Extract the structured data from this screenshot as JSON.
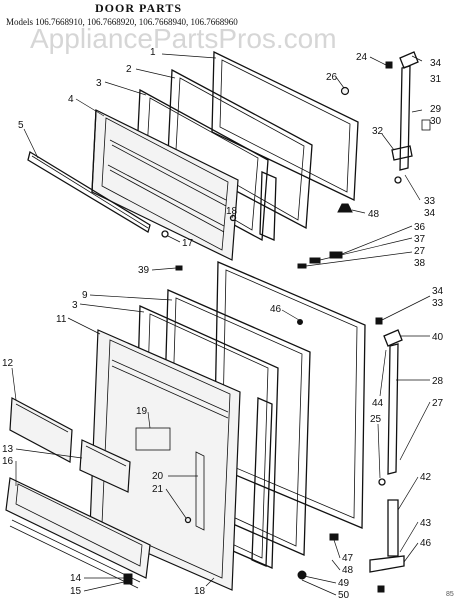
{
  "title": "DOOR PARTS",
  "models_line": "Models 106.7668910, 106.7668920, 106.7668940, 106.7668960",
  "watermark": "AppliancePartsPros.com",
  "corner_code": "85",
  "callouts": {
    "c1": "1",
    "c2": "2",
    "c3a": "3",
    "c4": "4",
    "c5": "5",
    "c24": "24",
    "c26": "26",
    "c34a": "34",
    "c31": "31",
    "c29": "29",
    "c30": "30",
    "c32": "32",
    "c33a": "33",
    "c34b": "34",
    "c48a": "48",
    "c18a": "18",
    "c17": "17",
    "c36": "36",
    "c37": "37",
    "c27a": "27",
    "c38": "38",
    "c39": "39",
    "c9": "9",
    "c3b": "3",
    "c11": "11",
    "c46a": "46",
    "c34c": "34",
    "c33b": "33",
    "c40": "40",
    "c28": "28",
    "c44": "44",
    "c27b": "27",
    "c25": "25",
    "c12": "12",
    "c19": "19",
    "c13": "13",
    "c16": "16",
    "c20": "20",
    "c21": "21",
    "c42": "42",
    "c43": "43",
    "c46b": "46",
    "c14": "14",
    "c15": "15",
    "c18b": "18",
    "c47": "47",
    "c48b": "48",
    "c49": "49",
    "c50": "50"
  }
}
